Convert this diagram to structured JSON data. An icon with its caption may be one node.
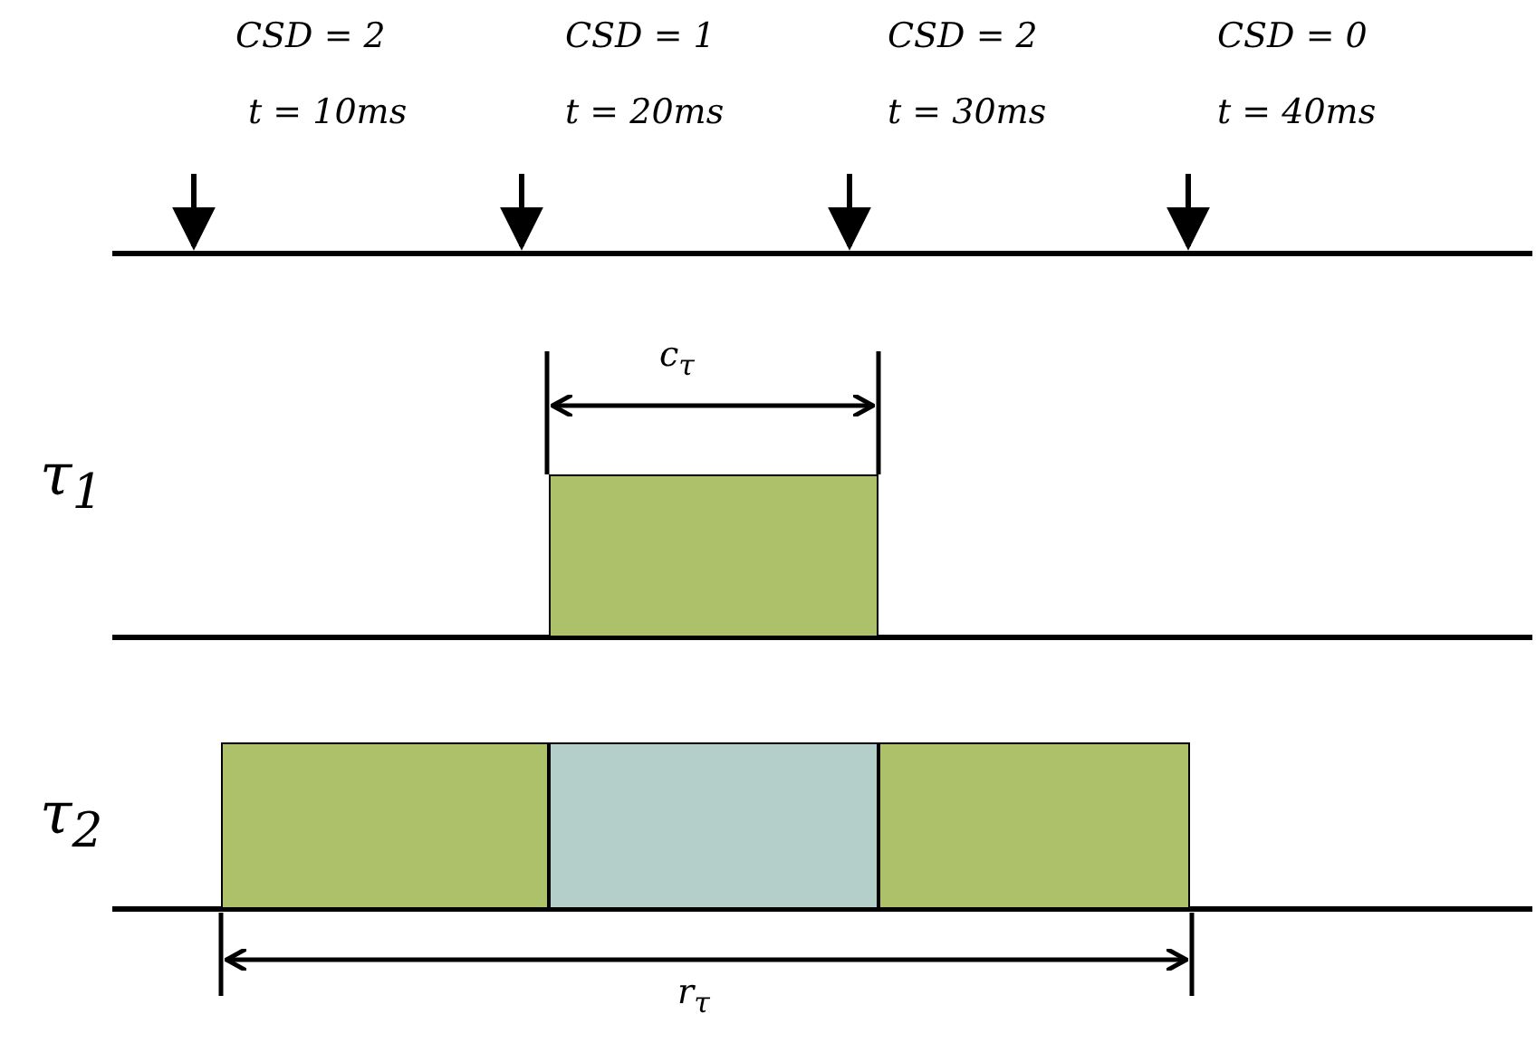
{
  "diagram": {
    "nodes": [
      {
        "text": [],
        "shape": "box"
      },
      {
        "text": [],
        "shape": "box"
      },
      {
        "text": [],
        "shape": "box"
      },
      {
        "text": [],
        "shape": "box"
      }
    ],
    "edges": [],
    "labels": [
      "CSD = 2",
      "t = 10ms",
      "CSD = 1",
      "t = 20ms",
      "CSD = 2",
      "t = 30ms",
      "CSD = 0",
      "t = 40ms",
      "c$_{τ}$",
      "τ$_{1}$",
      "τ$_{2}$",
      "r$_{τ}$"
    ]
  }
}
